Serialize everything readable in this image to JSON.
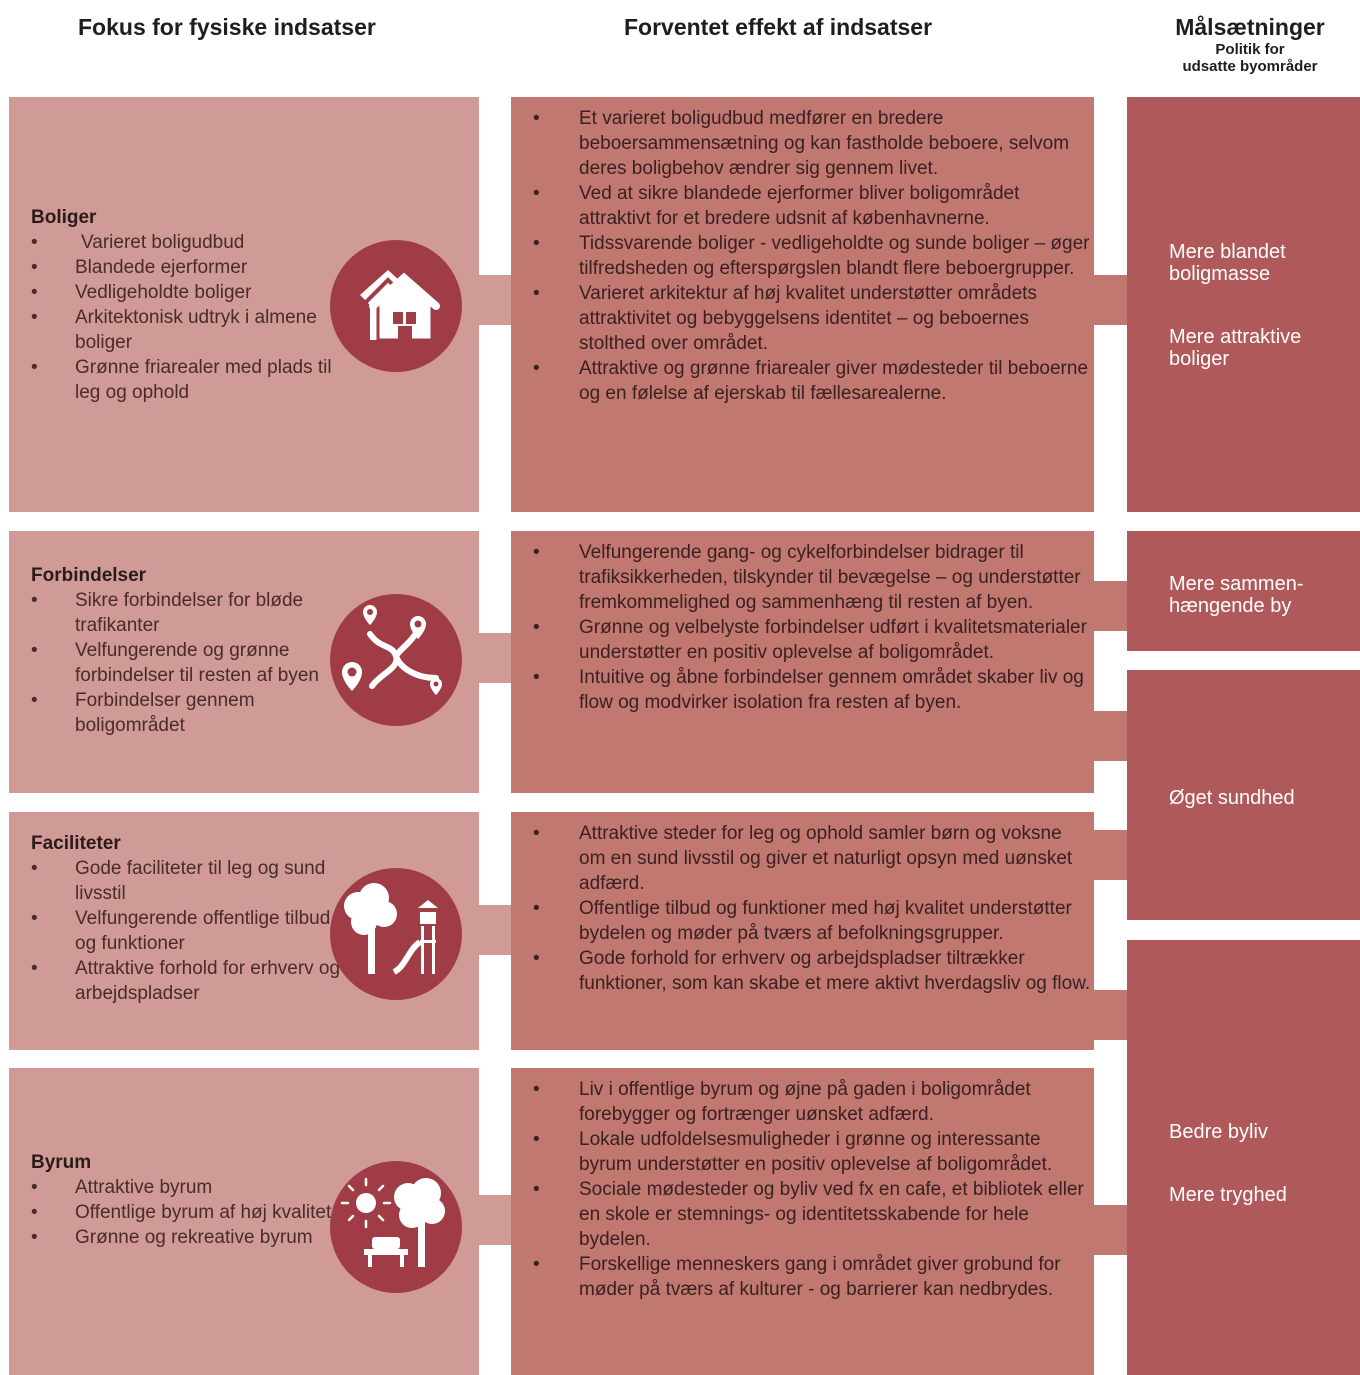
{
  "headers": {
    "col1": "Fokus for fysiske indsatser",
    "col2": "Forventet effekt af indsatser",
    "col3_title": "Målsætninger",
    "col3_sub1": "Politik for",
    "col3_sub2": "udsatte byområder"
  },
  "rows": [
    {
      "title": "Boliger",
      "icon": "houses-icon",
      "items": [
        "Varieret boligudbud",
        "Blandede ejerformer",
        "Vedligeholdte boliger",
        "Arkitektonisk udtryk i almene boliger",
        "Grønne friarealer med plads til leg og ophold"
      ],
      "effects": [
        "Et varieret boligudbud medfører en bredere beboersammensætning og kan fastholde beboere, selvom deres boligbehov ændrer sig gennem livet.",
        "Ved at sikre blandede ejerformer bliver boligområdet attraktivt for et bredere udsnit af københavnerne.",
        "Tidssvarende boliger - vedligeholdte og sunde boliger – øger tilfredsheden og efterspørgslen blandt flere beboergrupper.",
        "Varieret arkitektur af høj kvalitet understøtter områdets attraktivitet og bebyggelsens identitet – og beboernes stolthed over området.",
        "Attraktive og grønne friarealer giver mødesteder til beboerne og en følelse af ejerskab til fællesarealerne."
      ]
    },
    {
      "title": "Forbindelser",
      "icon": "route-pins-icon",
      "items": [
        "Sikre forbindelser for bløde trafikanter",
        "Velfungerende og grønne forbindelser til resten af byen",
        "Forbindelser gennem boligområdet"
      ],
      "effects": [
        "Velfungerende gang- og cykelforbindelser bidrager til trafiksikkerheden, tilskynder til bevægelse – og understøtter fremkommelighed og sammenhæng til resten af byen.",
        "Grønne og velbelyste forbindelser udført i kvalitetsmaterialer understøtter en positiv oplevelse af boligområdet.",
        "Intuitive og åbne forbindelser gennem området skaber liv og flow og modvirker isolation fra resten af byen."
      ]
    },
    {
      "title": "Faciliteter",
      "icon": "tree-playground-icon",
      "items": [
        "Gode faciliteter til leg og sund livsstil",
        "Velfungerende offentlige tilbud og funktioner",
        "Attraktive forhold for erhverv og arbejdspladser"
      ],
      "effects": [
        "Attraktive steder for leg og ophold samler børn og voksne om en sund livsstil og giver et naturligt opsyn med uønsket adfærd.",
        "Offentlige tilbud og funktioner med høj kvalitet understøtter bydelen og møder på tværs af befolkningsgrupper.",
        "Gode forhold for erhverv og arbejdspladser tiltrækker funktioner, som kan skabe et mere aktivt hverdagsliv og flow."
      ]
    },
    {
      "title": "Byrum",
      "icon": "sun-tree-bench-icon",
      "items": [
        "Attraktive byrum",
        "Offentlige byrum af høj kvalitet",
        "Grønne og rekreative byrum"
      ],
      "effects": [
        "Liv i offentlige byrum og øjne på gaden i boligområdet forebygger og fortrænger uønsket adfærd.",
        "Lokale udfoldelsesmuligheder i grønne og interessante byrum understøtter en positiv oplevelse af boligområdet.",
        "Sociale mødesteder og byliv ved fx en cafe, et bibliotek eller en skole er stemnings- og identitetsskabende for hele bydelen.",
        "Forskellige menneskers gang i området giver grobund for møder på tværs af kulturer - og barrierer kan nedbrydes."
      ]
    }
  ],
  "goals": {
    "g1a": "Mere blandet",
    "g1b": "boligmasse",
    "g2a": "Mere attraktive",
    "g2b": "boliger",
    "g3a": "Mere sammen-",
    "g3b": "hængende by",
    "g4": "Øget sundhed",
    "g5": "Bedre byliv",
    "g6": "Mere tryghed"
  },
  "colors": {
    "left_box": "#d09b96",
    "mid_box": "#c17871",
    "right_box": "#b0595a",
    "circle": "#a03c45"
  }
}
